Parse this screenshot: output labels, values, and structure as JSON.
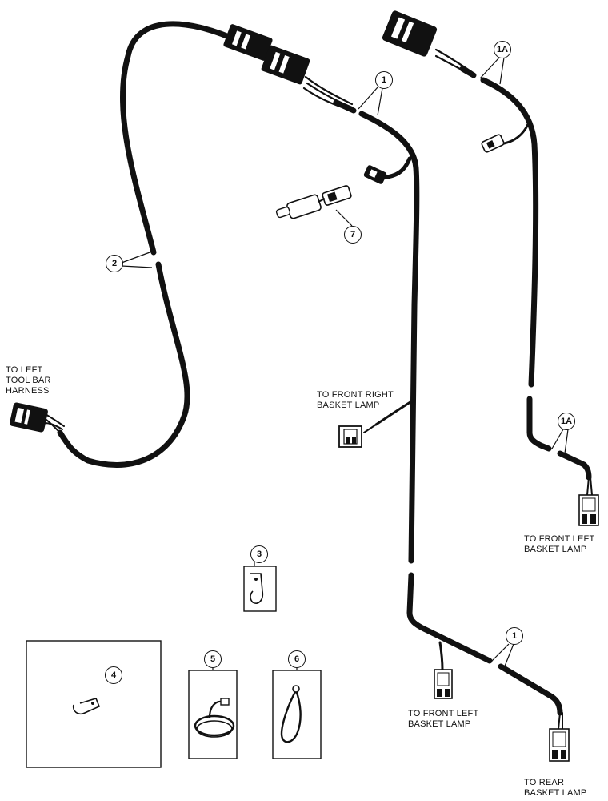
{
  "callouts": {
    "c1_top": "1",
    "c1a_top": "1A",
    "c2": "2",
    "c7": "7",
    "c1a_mid": "1A",
    "c3": "3",
    "c4": "4",
    "c5": "5",
    "c6": "6",
    "c1_bottom": "1"
  },
  "labels": {
    "left_toolbar": [
      "TO LEFT",
      "TOOL BAR",
      "HARNESS"
    ],
    "front_right": [
      "TO FRONT RIGHT",
      "BASKET LAMP"
    ],
    "front_left_right": [
      "TO FRONT LEFT",
      "BASKET LAMP"
    ],
    "front_left_bottom": [
      "TO FRONT LEFT",
      "BASKET LAMP"
    ],
    "rear": [
      "TO REAR",
      "BASKET LAMP"
    ]
  }
}
